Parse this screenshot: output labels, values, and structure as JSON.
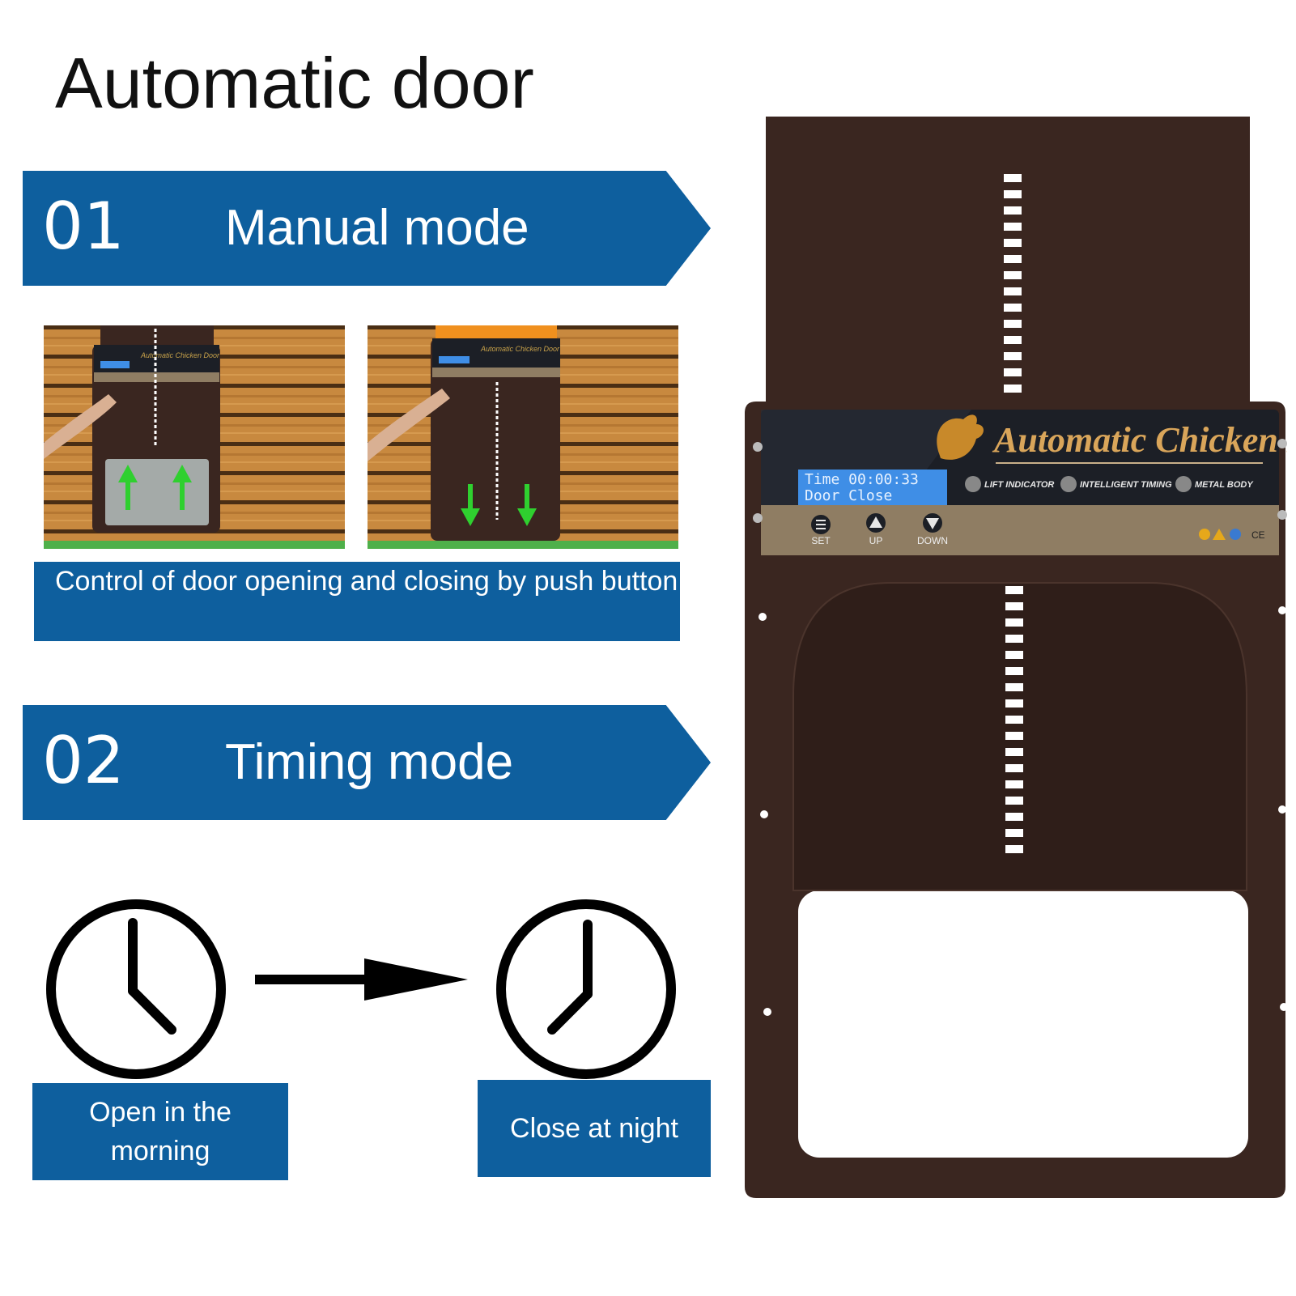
{
  "title": "Automatic door",
  "modes": [
    {
      "number": "01",
      "label": "Manual mode"
    },
    {
      "number": "02",
      "label": "Timing mode"
    }
  ],
  "manual_caption": "Control of door opening and closing by push button",
  "timing": {
    "open_caption": "Open in the morning",
    "close_caption": "Close at night"
  },
  "product": {
    "brand": "Automatic Chicken Door",
    "lcd_line1": "Time 00:00:33",
    "lcd_line2": "Door Close",
    "features": [
      "LIFT INDICATOR",
      "INTELLIGENT TIMING",
      "METAL BODY"
    ],
    "buttons": [
      "SET",
      "UP",
      "DOWN"
    ]
  },
  "thumb_brand": "Automatic Chicken Door",
  "colors": {
    "banner": "#0e5f9e",
    "door": "#3a2620",
    "panel": "#1c1f26",
    "lcd": "#3f8ee6",
    "arrow": "#2fd02f"
  }
}
